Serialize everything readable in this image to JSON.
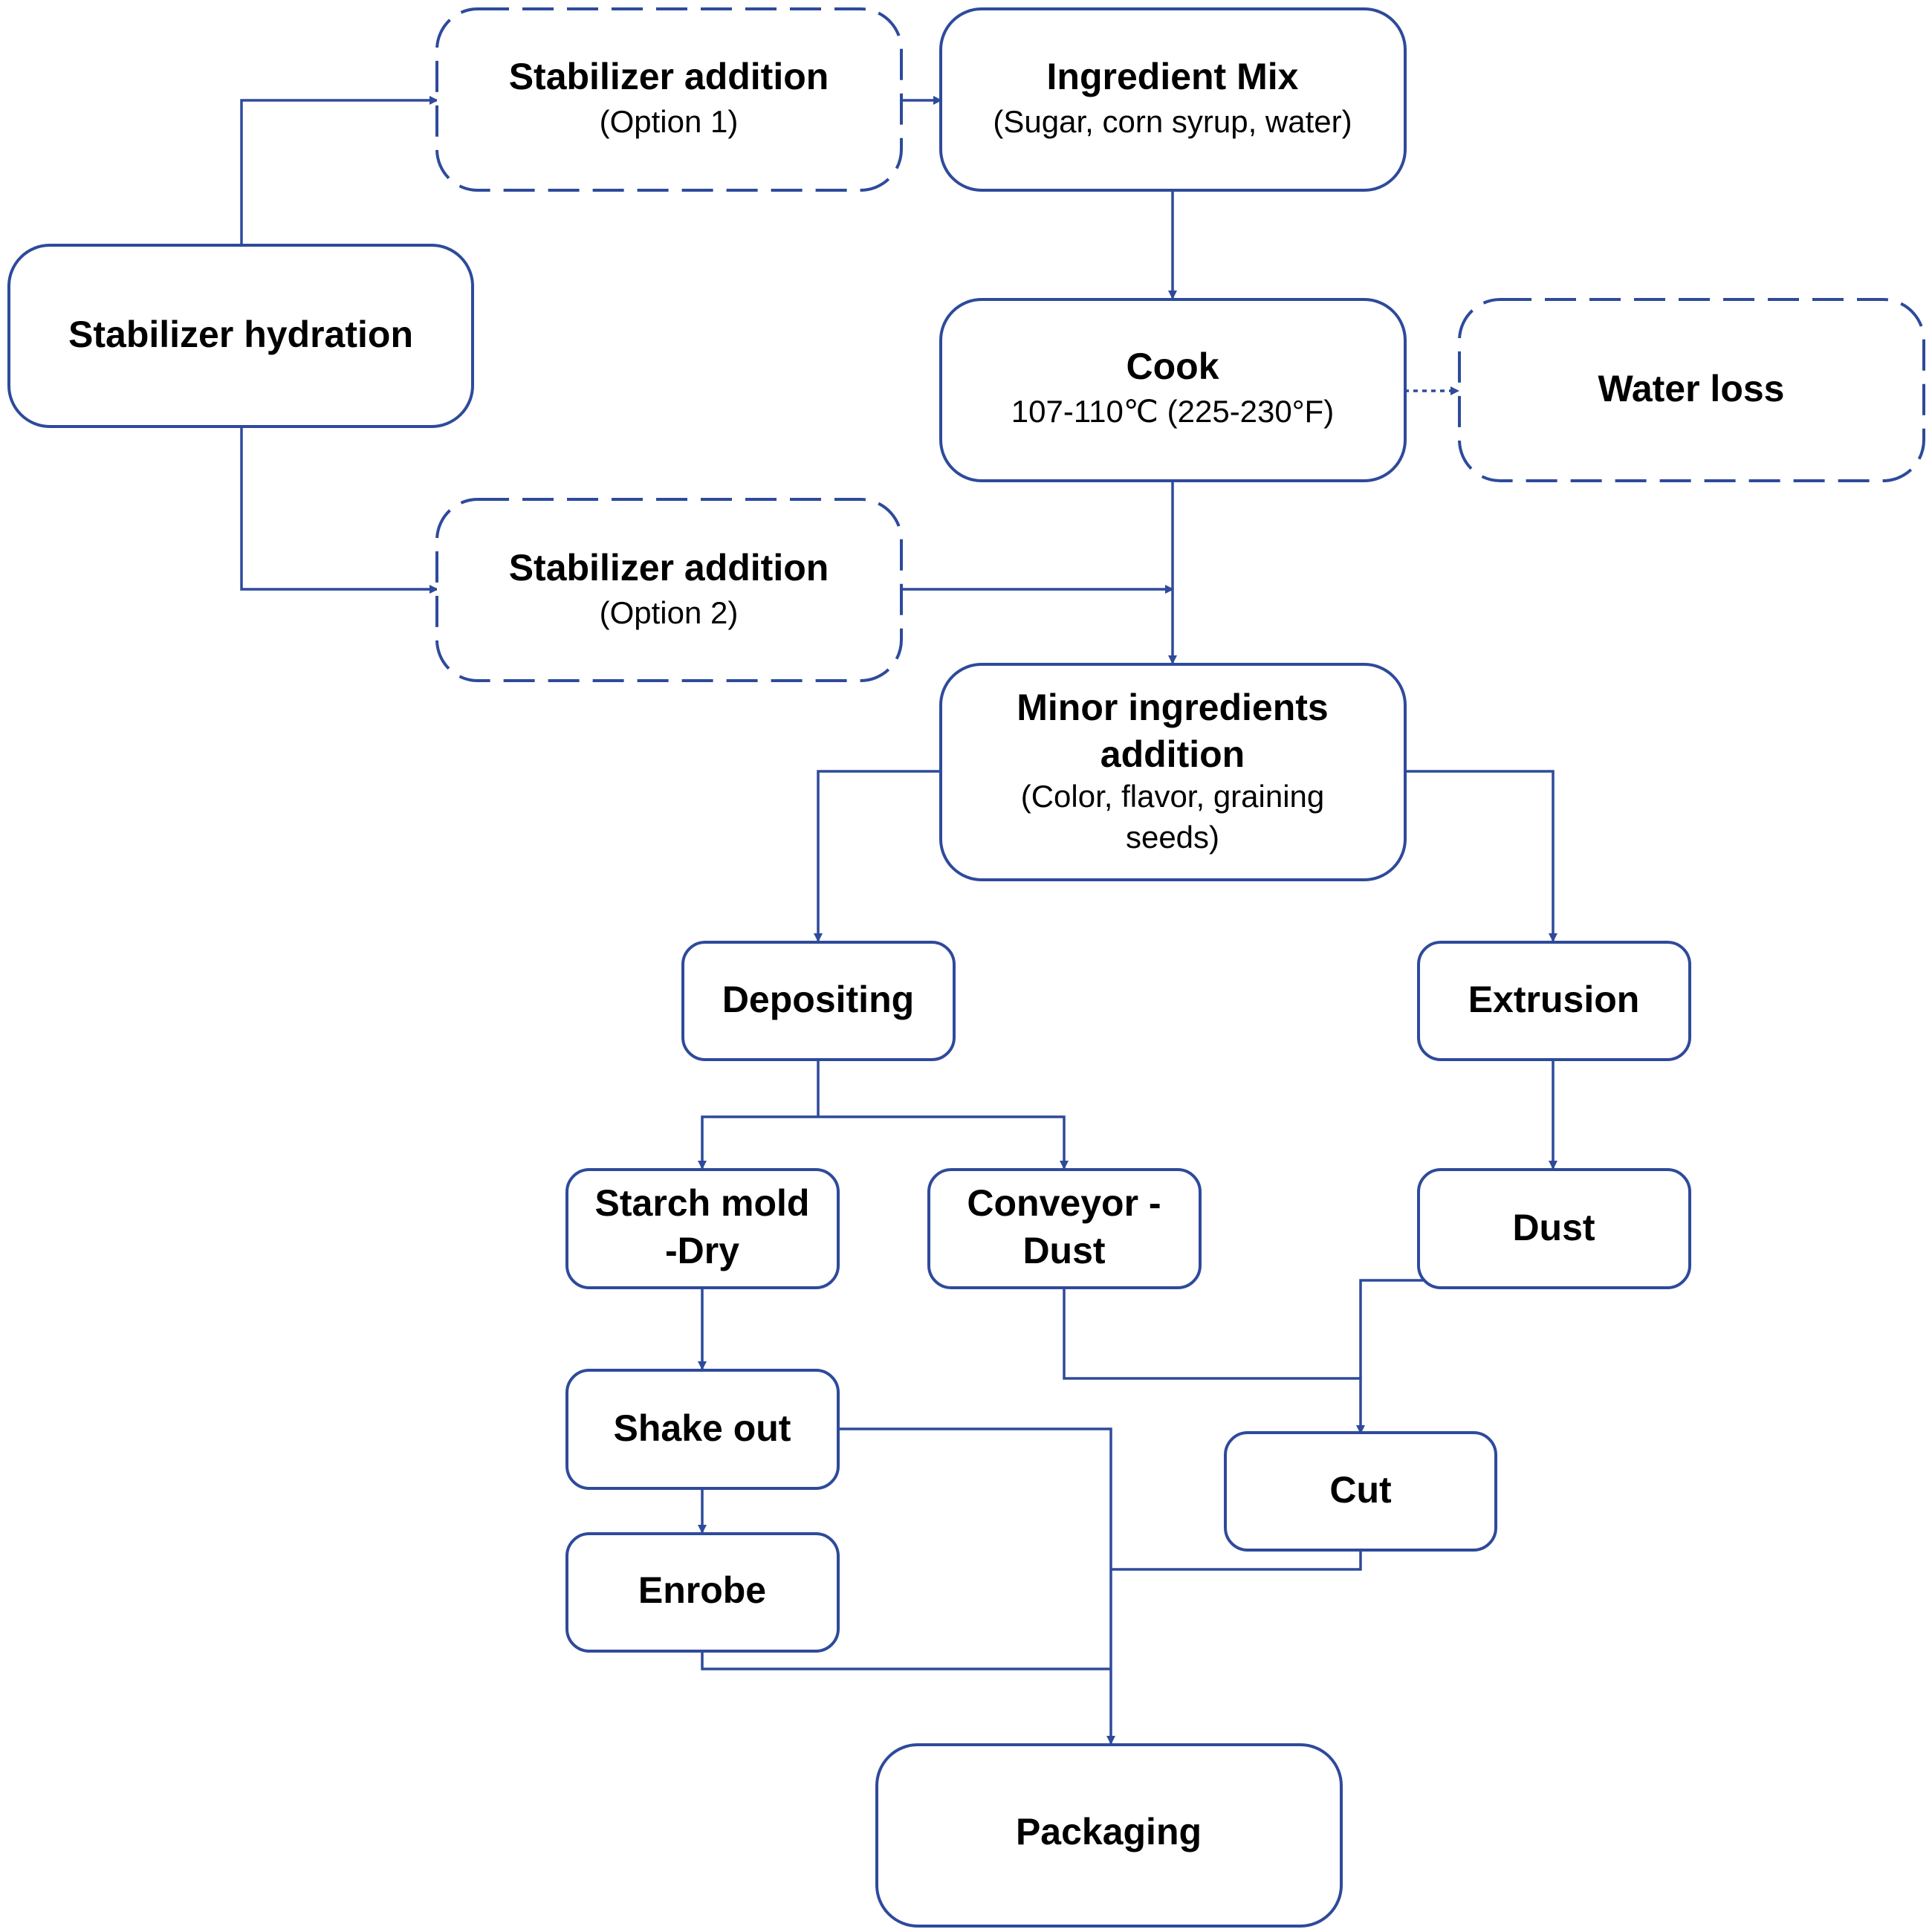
{
  "colors": {
    "stroke": "#2E4A9B",
    "text": "#000000",
    "background": "#FFFFFF"
  },
  "nodes": {
    "stabilizer_hydration": {
      "title": "Stabilizer hydration"
    },
    "stabilizer_addition_1": {
      "title": "Stabilizer addition",
      "subtitle": "(Option 1)"
    },
    "ingredient_mix": {
      "title": "Ingredient Mix",
      "subtitle": "(Sugar, corn syrup, water)"
    },
    "cook": {
      "title": "Cook",
      "subtitle": "107-110℃ (225-230°F)"
    },
    "water_loss": {
      "title": "Water loss"
    },
    "stabilizer_addition_2": {
      "title": "Stabilizer addition",
      "subtitle": "(Option 2)"
    },
    "minor_ingredients": {
      "title_line1": "Minor ingredients",
      "title_line2": "addition",
      "subtitle_line1": "(Color, flavor, graining",
      "subtitle_line2": "seeds)"
    },
    "depositing": {
      "title": "Depositing"
    },
    "extrusion": {
      "title": "Extrusion"
    },
    "starch_mold": {
      "title_line1": "Starch mold",
      "title_line2": "-Dry"
    },
    "conveyor": {
      "title_line1": "Conveyor -",
      "title_line2": "Dust"
    },
    "dust": {
      "title": "Dust"
    },
    "shake_out": {
      "title": "Shake out"
    },
    "cut": {
      "title": "Cut"
    },
    "enrobe": {
      "title": "Enrobe"
    },
    "packaging": {
      "title": "Packaging"
    }
  },
  "edges": [
    {
      "from": "Stabilizer hydration",
      "to": "Stabilizer addition (Option 1)"
    },
    {
      "from": "Stabilizer hydration",
      "to": "Stabilizer addition (Option 2)"
    },
    {
      "from": "Stabilizer addition (Option 1)",
      "to": "Ingredient Mix"
    },
    {
      "from": "Ingredient Mix",
      "to": "Cook"
    },
    {
      "from": "Cook",
      "to": "Water loss",
      "style": "dotted"
    },
    {
      "from": "Cook",
      "to": "Minor ingredients addition"
    },
    {
      "from": "Stabilizer addition (Option 2)",
      "to": "Minor ingredients addition"
    },
    {
      "from": "Minor ingredients addition",
      "to": "Depositing"
    },
    {
      "from": "Minor ingredients addition",
      "to": "Extrusion"
    },
    {
      "from": "Depositing",
      "to": "Starch mold -Dry"
    },
    {
      "from": "Depositing",
      "to": "Conveyor - Dust"
    },
    {
      "from": "Extrusion",
      "to": "Dust"
    },
    {
      "from": "Starch mold -Dry",
      "to": "Shake out"
    },
    {
      "from": "Shake out",
      "to": "Enrobe"
    },
    {
      "from": "Conveyor - Dust",
      "to": "Cut"
    },
    {
      "from": "Dust",
      "to": "Cut"
    },
    {
      "from": "Shake out",
      "to": "Packaging"
    },
    {
      "from": "Cut",
      "to": "Packaging"
    },
    {
      "from": "Enrobe",
      "to": "Packaging"
    }
  ]
}
